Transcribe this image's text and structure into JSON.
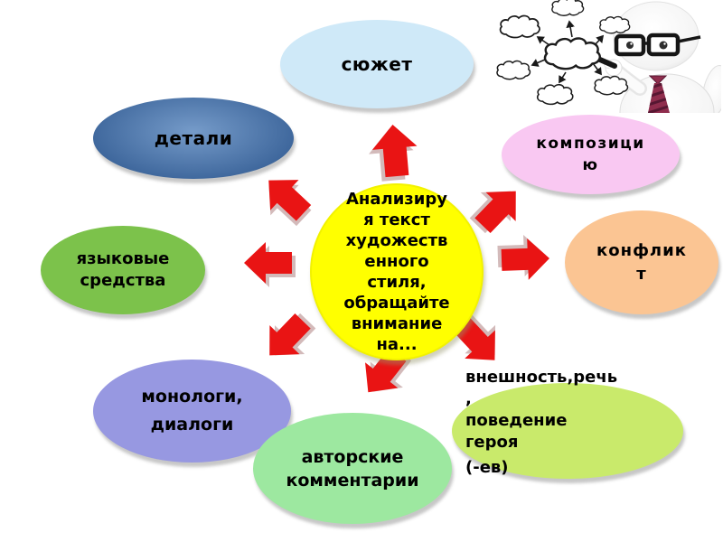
{
  "slide": {
    "background": "#ffffff",
    "center_node": {
      "full_text": "Анализируя текст художественного стиля, обращайте внимание на...",
      "lines": [
        "Анализиру",
        "я текст",
        "художеств",
        "енного",
        "стиля,",
        "обращайте",
        "внимание",
        "на..."
      ],
      "color": "#ffff00"
    },
    "nodes": {
      "plot": {
        "label": "сюжет",
        "color": "#cfe9f8"
      },
      "details": {
        "label": "детали",
        "color": "#3a70b2"
      },
      "language": {
        "lines": [
          "языковые",
          "средства"
        ],
        "color": "#7cc24b"
      },
      "composition": {
        "lines": [
          "композици",
          "ю"
        ],
        "color": "#f9c8f2"
      },
      "conflict": {
        "lines": [
          "конфлик",
          "т"
        ],
        "color": "#fbc593"
      },
      "monologues": {
        "lines": [
          "монологи,",
          "диалоги"
        ],
        "color": "#9798e1"
      },
      "author_comments": {
        "lines": [
          "авторские",
          "комментарии"
        ],
        "color": "#9de8a0"
      },
      "appearance": {
        "lines": [
          "внешность,речь",
          ",",
          "поведение",
          "героя",
          "(-ев)"
        ],
        "color": "#c9ea6b"
      }
    },
    "arrows": {
      "color": "#e91414",
      "directions": [
        "up",
        "upper-left",
        "left",
        "lower-left",
        "down",
        "lower-right",
        "right",
        "upper-right"
      ]
    },
    "illustration": {
      "name": "man-drawing-cloud-mindmap"
    }
  }
}
